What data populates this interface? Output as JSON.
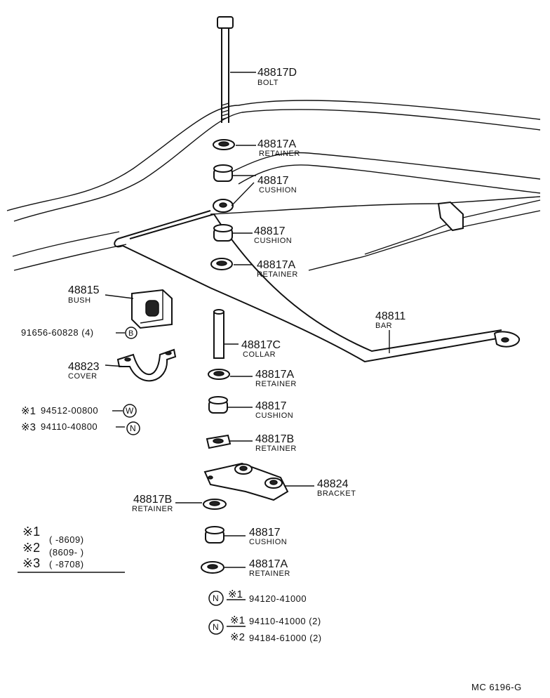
{
  "callouts": {
    "bolt": {
      "part": "48817D",
      "name": "BOLT"
    },
    "retainer_a1": {
      "part": "48817A",
      "name": "RETAINER"
    },
    "cushion1": {
      "part": "48817",
      "name": "CUSHION"
    },
    "cushion2": {
      "part": "48817",
      "name": "CUSHION"
    },
    "retainer_a2": {
      "part": "48817A",
      "name": "RETAINER"
    },
    "bush": {
      "part": "48815",
      "name": "BUSH"
    },
    "bar": {
      "part": "48811",
      "name": "BAR"
    },
    "collar": {
      "part": "48817C",
      "name": "COLLAR"
    },
    "cover": {
      "part": "48823",
      "name": "COVER"
    },
    "retainer_a3": {
      "part": "48817A",
      "name": "RETAINER"
    },
    "cushion3": {
      "part": "48817",
      "name": "CUSHION"
    },
    "retainer_b1": {
      "part": "48817B",
      "name": "RETAINER"
    },
    "bracket": {
      "part": "48824",
      "name": "BRACKET"
    },
    "retainer_b2": {
      "part": "48817B",
      "name": "RETAINER"
    },
    "cushion4": {
      "part": "48817",
      "name": "CUSHION"
    },
    "retainer_a4": {
      "part": "48817A",
      "name": "RETAINER"
    }
  },
  "fasteners": {
    "bolt_b": {
      "text": "91656-60828 (4)",
      "letter": "B"
    },
    "washer_w": {
      "mark": "※1",
      "text": "94512-00800",
      "letter": "W"
    },
    "nut_n": {
      "mark": "※3",
      "text": "94110-40800",
      "letter": "N"
    },
    "nut1": {
      "letter": "N",
      "mark": "※1",
      "text": "94120-41000"
    },
    "nut2": {
      "letter": "N",
      "mark1": "※1",
      "text1": "94110-41000 (2)",
      "mark2": "※2",
      "text2": "94184-61000 (2)"
    }
  },
  "legend": [
    {
      "mark": "※1",
      "range": "(      -8609)"
    },
    {
      "mark": "※2",
      "range": "(8609-      )"
    },
    {
      "mark": "※3",
      "range": "(      -8708)"
    }
  ],
  "diagram_code": "MC 6196-G"
}
